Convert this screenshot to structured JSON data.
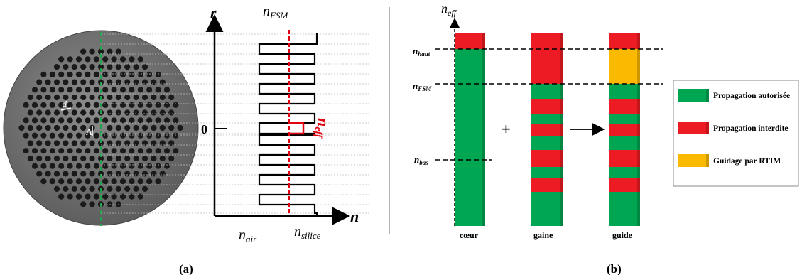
{
  "panel_a": {
    "axis_r": "r",
    "axis_n": "n",
    "n_fsm": {
      "base": "n",
      "sub": "FSM"
    },
    "n_air": {
      "base": "n",
      "sub": "air"
    },
    "n_silice": {
      "base": "n",
      "sub": "silice"
    },
    "n_eff": {
      "base": "n",
      "sub": "eff"
    },
    "zero": "0",
    "d_label": "d",
    "lambda_label": "Λ",
    "caption": "(a)",
    "colors": {
      "fsm_line": "#e3000f",
      "fiber_axis": "#1fa34a"
    }
  },
  "panel_b": {
    "axis": {
      "base": "n",
      "sub": "eff"
    },
    "levels": {
      "haut": {
        "base": "n",
        "sub": "haut"
      },
      "fsm": {
        "base": "n",
        "sub": "FSM"
      },
      "bas": {
        "base": "n",
        "sub": "bas"
      }
    },
    "columns": {
      "coeur": "cœur",
      "gaine": "gaine",
      "guide": "guide"
    },
    "plus": "+",
    "legend": [
      {
        "label": "Propagation autorisée",
        "color": "#00a651"
      },
      {
        "label": "Propagation interdite",
        "color": "#ed1c24"
      },
      {
        "label": "Guidage par RTIM",
        "color": "#fbb900"
      }
    ],
    "caption": "(b)"
  }
}
